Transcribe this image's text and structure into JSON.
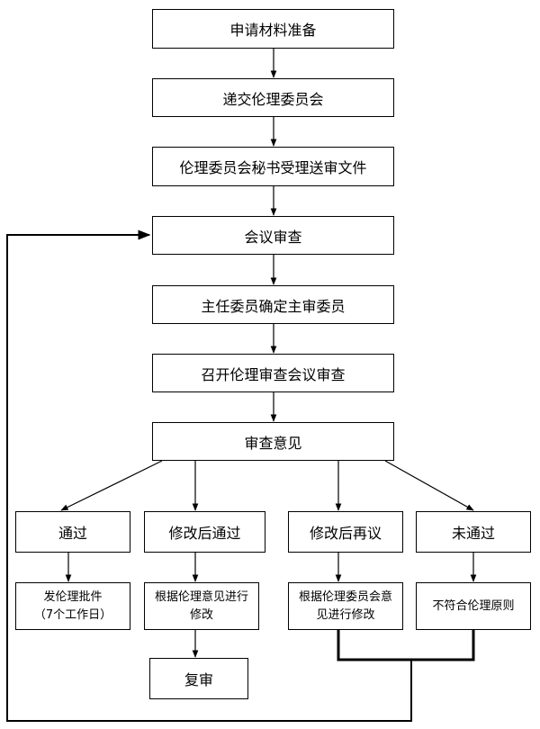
{
  "flow": {
    "step1": "申请材料准备",
    "step2": "递交伦理委员会",
    "step3": "伦理委员会秘书受理送审文件",
    "step4": "会议审查",
    "step5": "主任委员确定主审委员",
    "step6": "召开伦理审查会议审查",
    "step7": "审查意见",
    "outcomes": {
      "approved": "通过",
      "modify_approve": "修改后通过",
      "modify_rereview": "修改后再议",
      "rejected": "未通过"
    },
    "actions": {
      "issue_approval": "发伦理批件\n（7个工作日）",
      "revise_by_opinion": "根据伦理意见进行\n修改",
      "revise_by_members": "根据伦理委员会意\n见进行修改",
      "not_compliant": "不符合伦理原则"
    },
    "re_review": "复审"
  }
}
